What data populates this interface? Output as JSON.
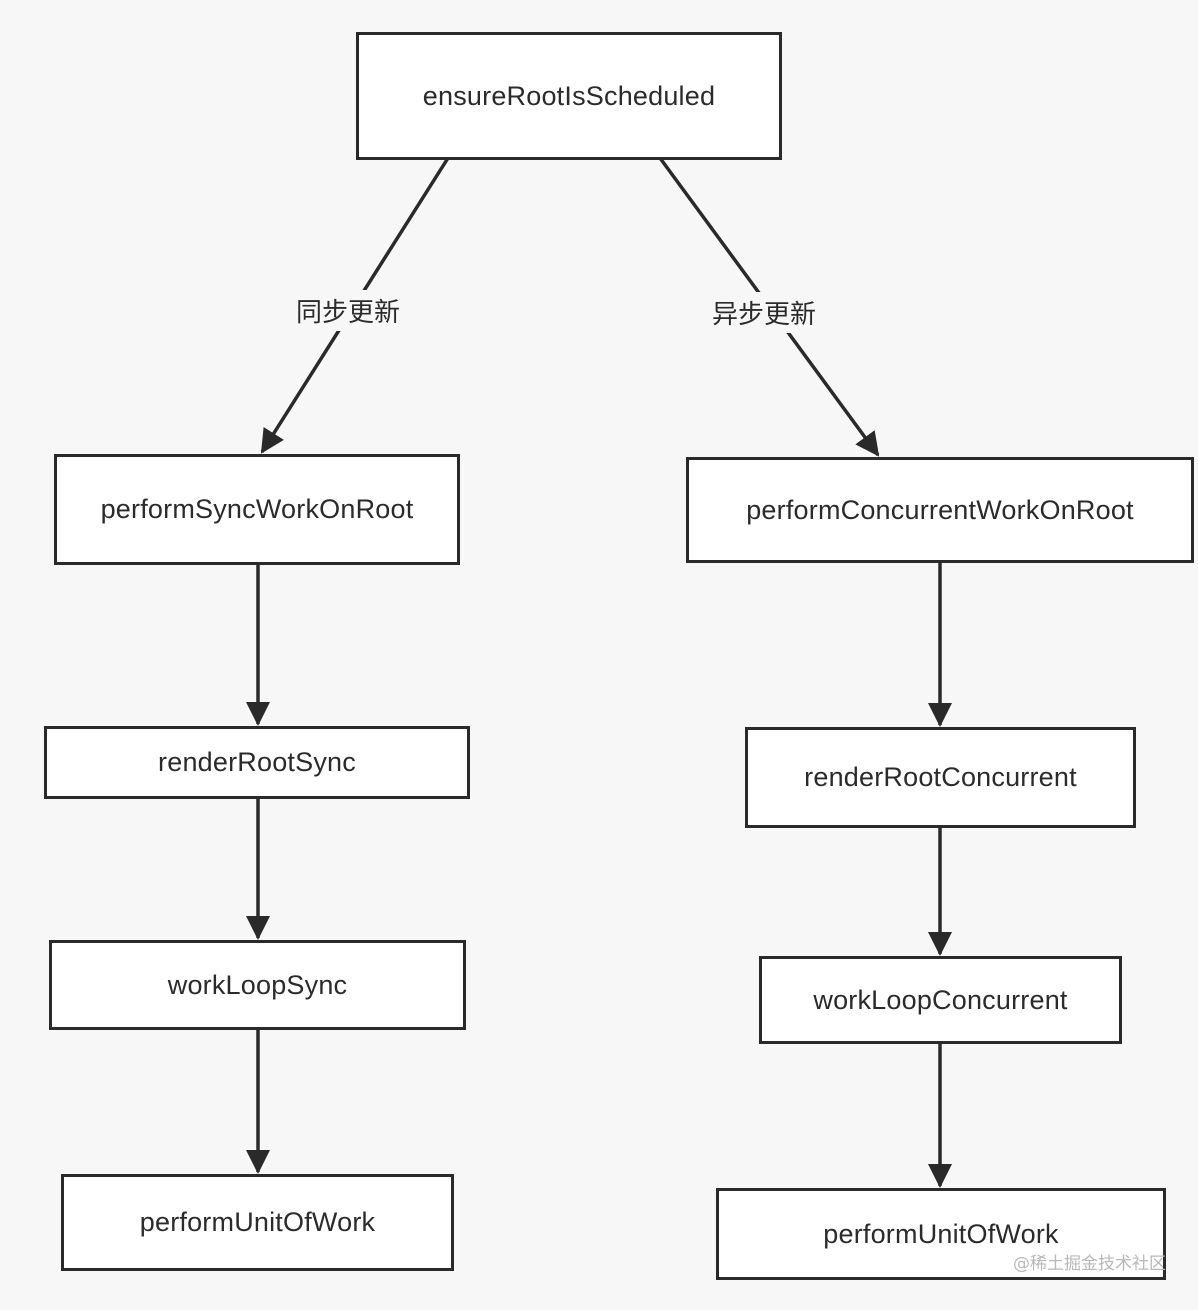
{
  "nodes": {
    "root": "ensureRootIsScheduled",
    "sync_perform": "performSyncWorkOnRoot",
    "sync_render": "renderRootSync",
    "sync_loop": "workLoopSync",
    "sync_unit": "performUnitOfWork",
    "conc_perform": "performConcurrentWorkOnRoot",
    "conc_render": "renderRootConcurrent",
    "conc_loop": "workLoopConcurrent",
    "conc_unit": "performUnitOfWork"
  },
  "edges": [
    {
      "from": "root",
      "to": "sync_perform",
      "label": "同步更新"
    },
    {
      "from": "root",
      "to": "conc_perform",
      "label": "异步更新"
    },
    {
      "from": "sync_perform",
      "to": "sync_render"
    },
    {
      "from": "sync_render",
      "to": "sync_loop"
    },
    {
      "from": "sync_loop",
      "to": "sync_unit"
    },
    {
      "from": "conc_perform",
      "to": "conc_render"
    },
    {
      "from": "conc_render",
      "to": "conc_loop"
    },
    {
      "from": "conc_loop",
      "to": "conc_unit"
    }
  ],
  "watermark": "@稀土掘金技术社区",
  "colors": {
    "line": "#2a2a2a",
    "box_border": "#2a2a2a",
    "background": "#f7f7f7"
  }
}
